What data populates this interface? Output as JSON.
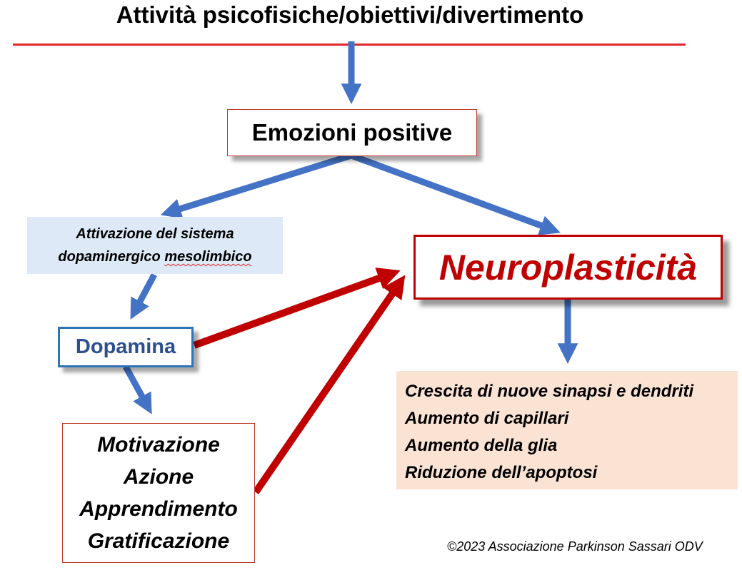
{
  "header": {
    "title": "Attività psicofisiche/obiettivi/divertimento"
  },
  "nodes": {
    "emozioni": "Emozioni positive",
    "attivazione": {
      "line1": "Attivazione del sistema",
      "line2_start": "dopaminergico ",
      "line2_squiggle": "mesolimbico"
    },
    "neuroplasticita": "Neuroplasticità",
    "dopamina": "Dopamina",
    "motivazione_items": [
      "Motivazione",
      "Azione",
      "Apprendimento",
      "Gratificazione"
    ],
    "effetti_items": [
      "Crescita di nuove sinapsi e dendriti",
      "Aumento di capillari",
      "Aumento della glia",
      "Riduzione dell’apoptosi"
    ]
  },
  "footer": {
    "copyright": "©2023 Associazione Parkinson Sassari ODV"
  },
  "colors": {
    "blue_arrow": "#4472c4",
    "red_arrow": "#c00000",
    "title_rule": "#e0262b",
    "dopamina_text": "#2e4f8f",
    "attivazione_fill": "#dde9f6",
    "effetti_fill": "#fbe3d4"
  }
}
